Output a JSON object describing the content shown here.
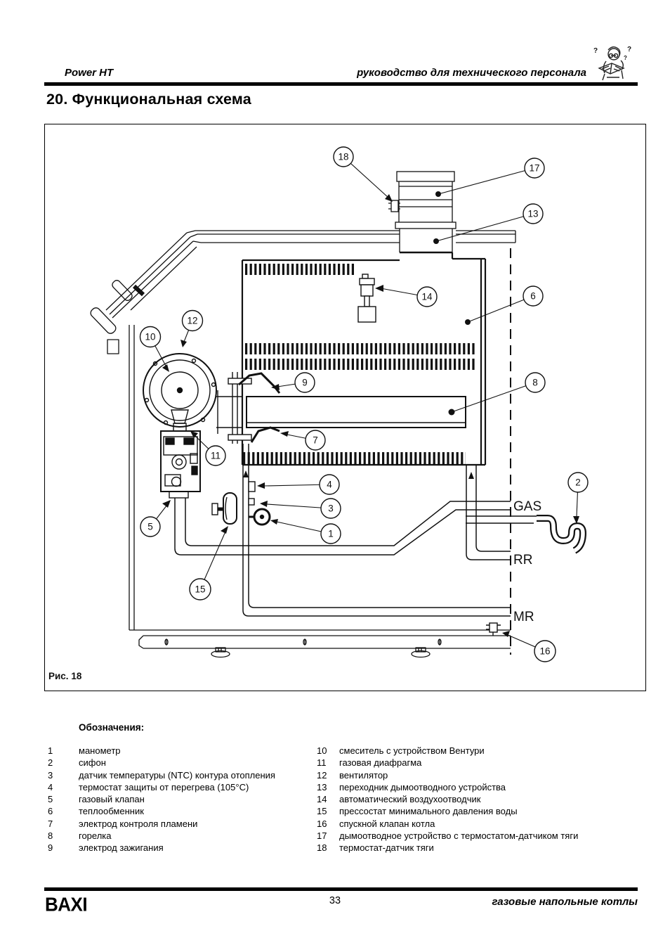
{
  "header": {
    "product": "Power HT",
    "manual_title": "руководство для технического персонала"
  },
  "title": "20. Функциональная схема",
  "figure": {
    "caption": "Рис. 18",
    "pipe_labels": {
      "gas": "GAS",
      "rr": "RR",
      "mr": "MR"
    },
    "callouts": {
      "c1": "1",
      "c2": "2",
      "c3": "3",
      "c4": "4",
      "c5": "5",
      "c6": "6",
      "c7": "7",
      "c8": "8",
      "c9": "9",
      "c10": "10",
      "c11": "11",
      "c12": "12",
      "c13": "13",
      "c14": "14",
      "c15": "15",
      "c16": "16",
      "c17": "17",
      "c18": "18"
    }
  },
  "legend": {
    "heading": "Обозначения:",
    "left": [
      {
        "num": "1",
        "text": "манометр"
      },
      {
        "num": "2",
        "text": "сифон"
      },
      {
        "num": "3",
        "text": "датчик температуры (NTC) контура отопления"
      },
      {
        "num": "4",
        "text": "термостат защиты от перегрева (105°C)"
      },
      {
        "num": "5",
        "text": "газовый клапан"
      },
      {
        "num": "6",
        "text": "теплообменник"
      },
      {
        "num": "7",
        "text": "электрод контроля пламени"
      },
      {
        "num": "8",
        "text": "горелка"
      },
      {
        "num": "9",
        "text": "электрод зажигания"
      }
    ],
    "right": [
      {
        "num": "10",
        "text": "смеситель с устройством Вентури"
      },
      {
        "num": "11",
        "text": "газовая диафрагма"
      },
      {
        "num": "12",
        "text": "вентилятор"
      },
      {
        "num": "13",
        "text": "переходник дымоотводного устройства"
      },
      {
        "num": "14",
        "text": "автоматический воздухоотводчик"
      },
      {
        "num": "15",
        "text": "прессостат минимального давления воды"
      },
      {
        "num": "16",
        "text": "спускной клапан котла"
      },
      {
        "num": "17",
        "text": "дымоотводное устройство с термостатом-датчиком тяги"
      },
      {
        "num": "18",
        "text": "термостат-датчик тяги"
      }
    ]
  },
  "footer": {
    "brand": "BAXI",
    "page": "33",
    "tagline": "газовые напольные котлы"
  }
}
